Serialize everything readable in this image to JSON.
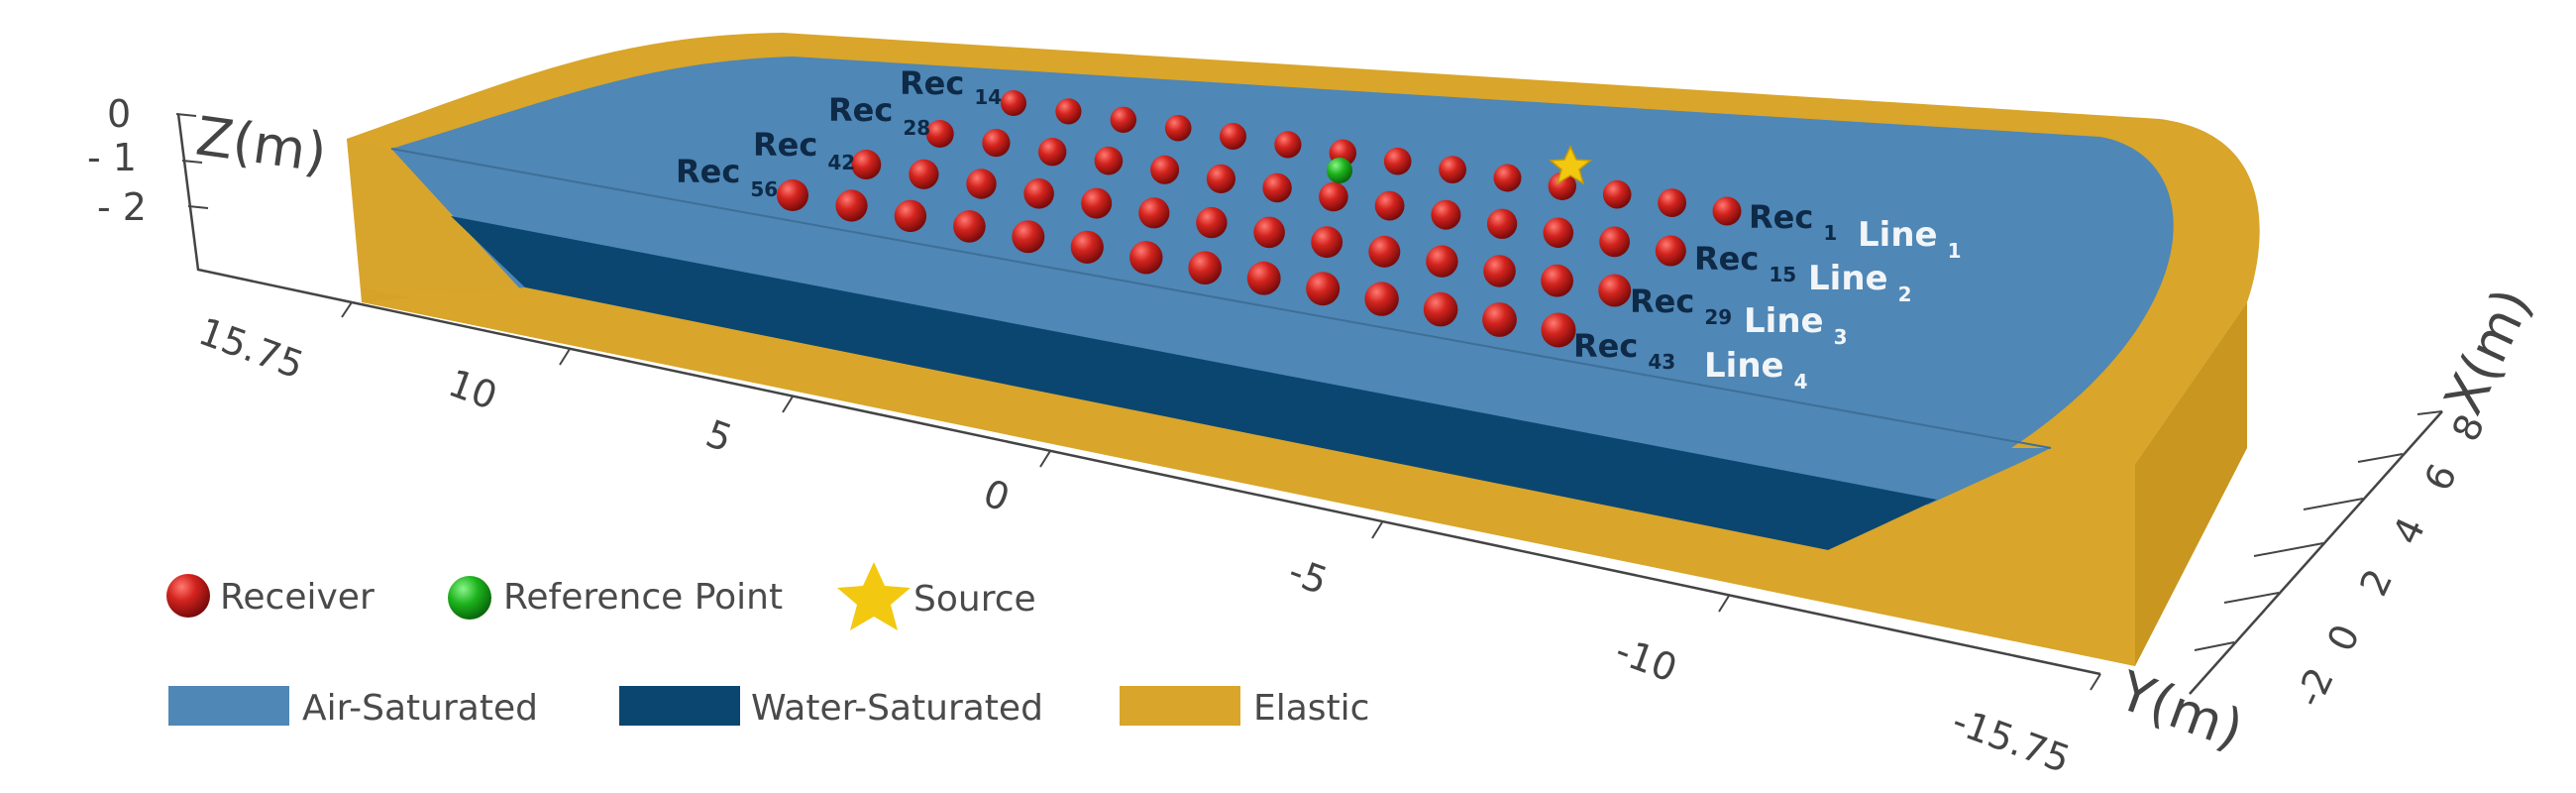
{
  "axes": {
    "z": {
      "title": "Z(m)",
      "ticks": [
        "0",
        "- 1",
        "- 2"
      ]
    },
    "y": {
      "title": "Y(m)",
      "ticks": [
        "15.75",
        "10",
        "5",
        "0",
        "-5",
        "-10",
        "-15.75"
      ]
    },
    "x": {
      "title": "X(m)",
      "ticks": [
        "8",
        "6",
        "4",
        "2",
        "0",
        "-2"
      ]
    }
  },
  "receiver_labels": [
    {
      "text": "Rec",
      "sub": "14"
    },
    {
      "text": "Rec",
      "sub": "28"
    },
    {
      "text": "Rec",
      "sub": "42"
    },
    {
      "text": "Rec",
      "sub": "56"
    },
    {
      "text": "Rec",
      "sub": "1"
    },
    {
      "text": "Rec",
      "sub": "15"
    },
    {
      "text": "Rec",
      "sub": "29"
    },
    {
      "text": "Rec",
      "sub": "43"
    }
  ],
  "line_labels": [
    {
      "text": "Line",
      "sub": "1"
    },
    {
      "text": "Line",
      "sub": "2"
    },
    {
      "text": "Line",
      "sub": "3"
    },
    {
      "text": "Line",
      "sub": "4"
    }
  ],
  "legend": {
    "markers": [
      {
        "label": "Receiver",
        "color": "#c0141a"
      },
      {
        "label": "Reference Point",
        "color": "#1db31d"
      },
      {
        "label": "Source",
        "color": "#f2c811"
      }
    ],
    "layers": [
      {
        "label": "Air-Saturated",
        "color": "#4f87b6"
      },
      {
        "label": "Water-Saturated",
        "color": "#0b4670"
      },
      {
        "label": "Elastic",
        "color": "#d9a52a"
      }
    ]
  },
  "receivers": {
    "lines": 4,
    "per_line": 14,
    "color": "#c0141a"
  },
  "colors": {
    "air": "#4f87b6",
    "water": "#0b4670",
    "elastic": "#d9a52a",
    "elastic_dark": "#c9961f",
    "reference": "#1db31d",
    "source": "#f2c811"
  }
}
